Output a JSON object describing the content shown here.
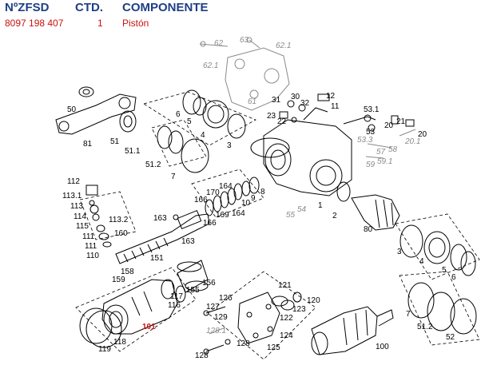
{
  "header": {
    "col_part_no": "NºZFSD",
    "col_qty": "CTD.",
    "col_component": "COMPONENTE"
  },
  "row": {
    "part_no": "8097 198 407",
    "qty": "1",
    "component": "Pistón"
  },
  "diagram": {
    "labels": {
      "p62": "62",
      "p63": "63",
      "p621": "62.1",
      "p621b": "62.1",
      "p61": "61",
      "p50": "50",
      "p81": "81",
      "p51": "51",
      "p511": "51.1",
      "p512": "51.2",
      "p6": "6",
      "p5": "5",
      "p4": "4",
      "p3": "3",
      "p7": "7",
      "p31": "31",
      "p30": "30",
      "p32": "32",
      "p12": "12",
      "p11": "11",
      "p23": "23",
      "p22": "22",
      "p531": "53.1",
      "p53": "53",
      "p533": "53.3",
      "p21": "21",
      "p20": "20",
      "p20b": "20",
      "p201": "20.1",
      "p57": "57",
      "p58": "58",
      "p59": "59",
      "p591": "59.1",
      "p112": "112",
      "p1131": "113.1",
      "p113": "113",
      "p114": "114",
      "p115": "115",
      "p1132": "113.2",
      "p111": "111",
      "p111b": "111",
      "p110": "110",
      "p160": "160",
      "p158": "158",
      "p159": "159",
      "p151": "151",
      "p163": "163",
      "p163b": "163",
      "p164": "164",
      "p170": "170",
      "p166": "166",
      "p169": "169",
      "p166b": "166",
      "p164b": "164",
      "p10": "10",
      "p9": "9",
      "p8": "8",
      "p55": "55",
      "p54": "54",
      "p1": "1",
      "p2": "2",
      "p80": "80",
      "p3b": "3",
      "p4b": "4",
      "p5b": "5",
      "p6b": "6",
      "p156": "156",
      "p155": "155",
      "p117": "117",
      "p116": "116",
      "p101": "101",
      "p118": "118",
      "p119": "119",
      "p127": "127",
      "p126": "126",
      "p129": "129",
      "p1281": "128.1",
      "p128": "128",
      "p125": "125",
      "p124": "124",
      "p121": "121",
      "p123": "123",
      "p122": "122",
      "p120": "120",
      "p100": "100",
      "p7b": "7",
      "p512b": "51.2",
      "p52": "52"
    }
  }
}
